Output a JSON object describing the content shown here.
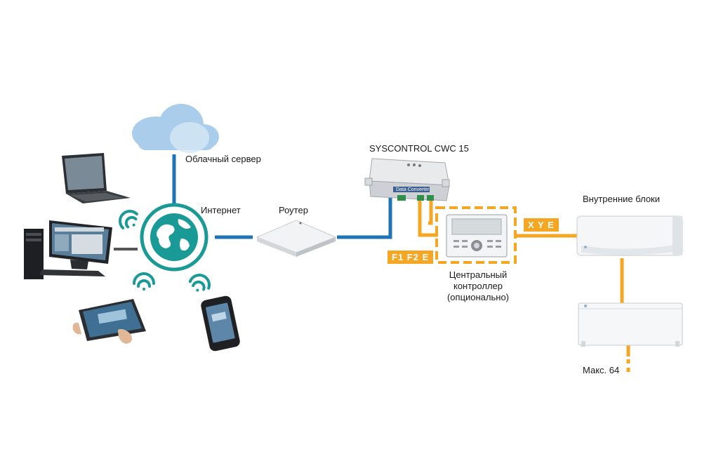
{
  "labels": {
    "cloud_server": "Облачный сервер",
    "internet": "Интернет",
    "router": "Роутер",
    "gateway": "SYSCONTROL CWC 15",
    "gateway_plate": "Data Converter",
    "indoor_units": "Внутренние блоки",
    "central_controller_line1": "Центральный",
    "central_controller_line2": "контроллер",
    "central_controller_line3": "(опционально)",
    "max_units": "Макс. 64",
    "bus_xye": "X Y E",
    "bus_f1f2e": "F1 F2 E"
  },
  "colors": {
    "network_line": "#1f73b7",
    "bus_line": "#f5a623",
    "globe_ring": "#1a9a96",
    "cloud": "#a9cdea"
  },
  "icons": [
    "cloud-icon",
    "globe-icon",
    "wifi-icon",
    "laptop-icon",
    "desktop-pc-icon",
    "tablet-icon",
    "smartphone-icon",
    "router-icon",
    "gateway-icon",
    "controller-icon",
    "indoor-ac-icon",
    "floor-unit-icon"
  ]
}
